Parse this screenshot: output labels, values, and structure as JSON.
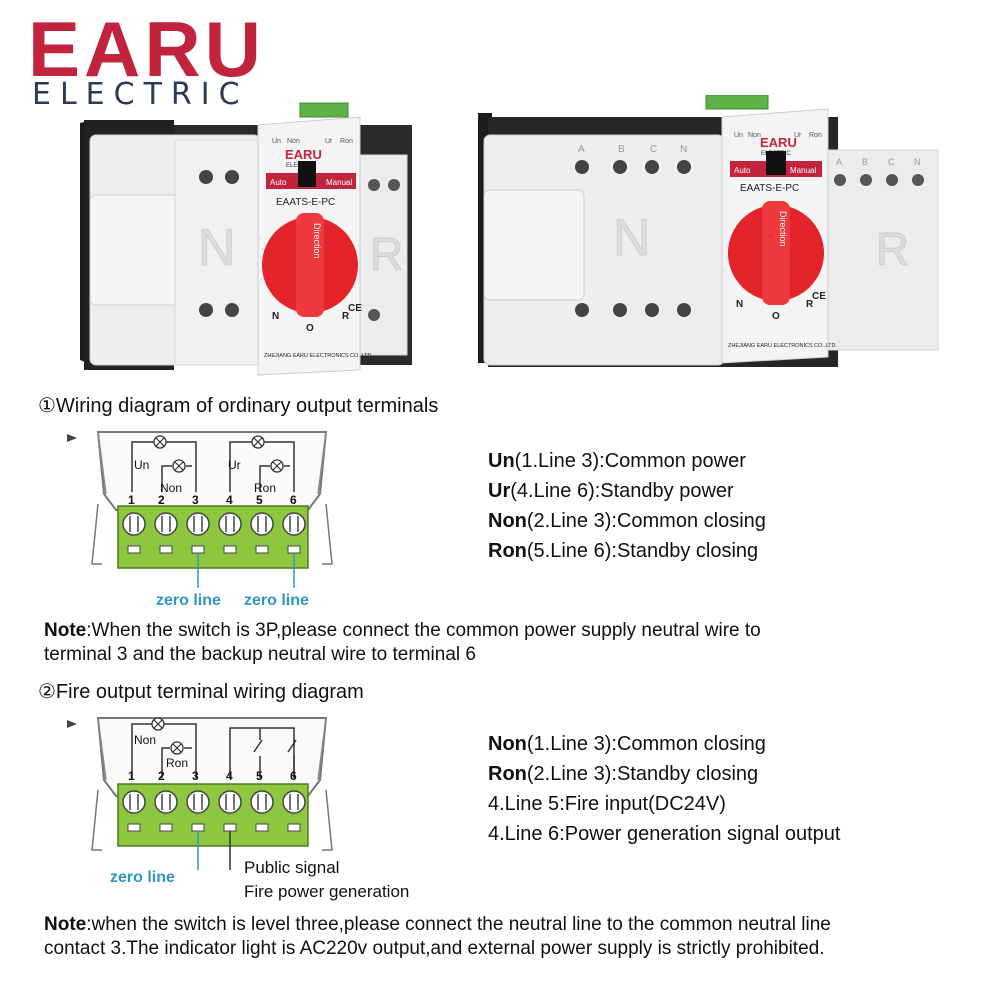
{
  "logo": {
    "brand": "EARU",
    "sub": "ELECTRIC"
  },
  "device_left": {
    "brand": "EARU",
    "brand_sub": "ELECTRIC",
    "model": "EAATS-E-PC",
    "top_labels": [
      "Un",
      "Non",
      "Ur",
      "Ron"
    ],
    "mode_auto": "Auto",
    "mode_manual": "Manual",
    "knob_text": "Direction",
    "pos_n": "N",
    "pos_o": "O",
    "pos_r": "R",
    "ce": "CE",
    "side_left": "N",
    "side_right": "R",
    "maker": "ZHEJIANG EARU ELECTRONICS CO.,LTD."
  },
  "device_right": {
    "brand": "EARU",
    "brand_sub": "ELECTRIC",
    "model": "EAATS-E-PC",
    "top_labels": [
      "Un",
      "Non",
      "Ur",
      "Ron"
    ],
    "mode_auto": "Auto",
    "mode_manual": "Manual",
    "knob_text": "Direction",
    "pos_n": "N",
    "pos_o": "O",
    "pos_r": "R",
    "ce": "CE",
    "side_left": "N",
    "side_right": "R",
    "poles_left": [
      "A",
      "B",
      "C",
      "N"
    ],
    "poles_right": [
      "A",
      "B",
      "C",
      "N"
    ],
    "maker": "ZHEJIANG EARU ELECTRONICS CO.,LTD."
  },
  "section1": {
    "heading": "①Wiring diagram of ordinary output terminals",
    "terminals": [
      "1",
      "2",
      "3",
      "4",
      "5",
      "6"
    ],
    "lamp_labels": [
      "Un",
      "Non",
      "Ur",
      "Ron"
    ],
    "zero_line_1": "zero line",
    "zero_line_2": "zero line",
    "info": [
      {
        "key": "Un",
        "text": "(1.Line 3):Common power"
      },
      {
        "key": "Ur",
        "text": "(4.Line 6):Standby power"
      },
      {
        "key": "Non",
        "text": "(2.Line 3):Common closing"
      },
      {
        "key": "Ron",
        "text": "(5.Line 6):Standby closing"
      }
    ],
    "note_key": "Note",
    "note_text": ":When the switch is 3P,please connect the common power supply neutral wire to terminal 3 and the backup neutral wire to terminal 6"
  },
  "section2": {
    "heading": "②Fire output terminal wiring diagram",
    "terminals": [
      "1",
      "2",
      "3",
      "4",
      "5",
      "6"
    ],
    "lamp_labels": [
      "Non",
      "Ron"
    ],
    "zero_line": "zero line",
    "public_signal": "Public signal",
    "fire_power": "Fire power generation",
    "info": [
      {
        "key": "Non",
        "text": "(1.Line 3):Common closing"
      },
      {
        "key": "Ron",
        "text": "(2.Line 3):Standby closing"
      },
      {
        "key": "",
        "text": "4.Line 5:Fire input(DC24V)"
      },
      {
        "key": "",
        "text": "4.Line 6:Power generation signal output"
      }
    ],
    "note_key": "Note",
    "note_text": ":when the switch is level three,please connect the neutral line to the common neutral line contact 3.The indicator light is AC220v output,and external power supply is strictly prohibited."
  },
  "colors": {
    "brand_red": "#c3243d",
    "brand_navy": "#2b3a55",
    "terminal_green": "#8dc63f",
    "label_blue": "#2f97c6",
    "knob_red": "#e3242b"
  }
}
